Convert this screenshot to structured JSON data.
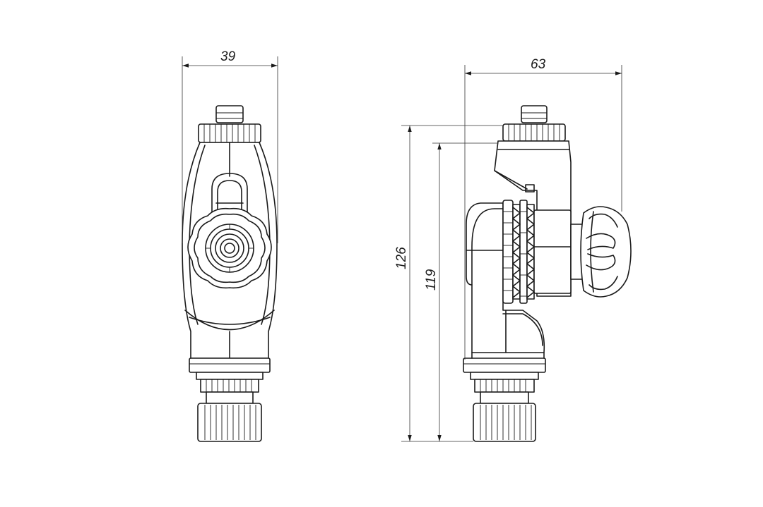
{
  "dimensions": {
    "front_width": "39",
    "side_width": "63",
    "overall_height": "126",
    "inner_height": "119"
  },
  "colors": {
    "line": "#1a1a1a",
    "background": "#ffffff"
  }
}
